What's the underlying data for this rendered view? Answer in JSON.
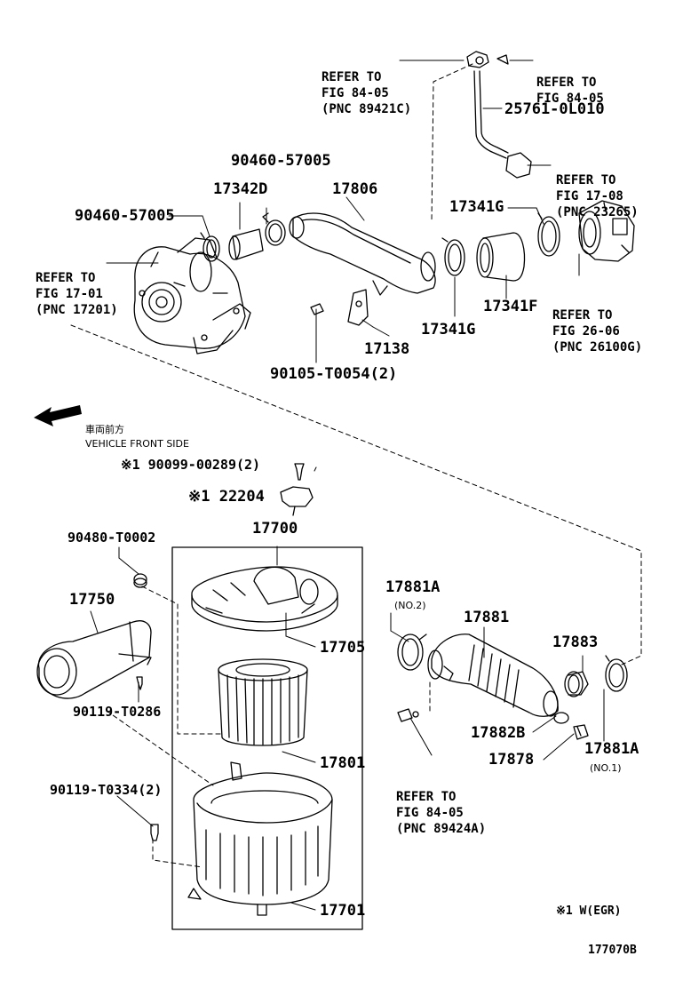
{
  "parts": {
    "p_90460_a": "90460-57005",
    "p_90460_b": "90460-57005",
    "p_17342d": "17342D",
    "p_17806": "17806",
    "p_25761": "25761-0L010",
    "p_17341g_top": "17341G",
    "p_17341g_bot": "17341G",
    "p_17341f": "17341F",
    "p_17138": "17138",
    "p_90105": "90105-T0054(2)",
    "p_90099": "※1 90099-00289(2)",
    "p_22204": "※1 22204",
    "p_17700": "17700",
    "p_90480": "90480-T0002",
    "p_17750": "17750",
    "p_90119_a": "90119-T0286",
    "p_90119_b": "90119-T0334(2)",
    "p_17705": "17705",
    "p_17801": "17801",
    "p_17701": "17701",
    "p_17881a_top": "17881A",
    "p_17881a_top_no": "(NO.2)",
    "p_17881": "17881",
    "p_17883": "17883",
    "p_17882b": "17882B",
    "p_17878": "17878",
    "p_17881a_bot": "17881A",
    "p_17881a_bot_no": "(NO.1)"
  },
  "refs": {
    "r1": [
      "REFER TO",
      "FIG 84-05",
      "(PNC 89421C)"
    ],
    "r2": [
      "REFER TO",
      "FIG 84-05"
    ],
    "r3": [
      "REFER TO",
      "FIG 17-08",
      "(PNC 23265)"
    ],
    "r4": [
      "REFER TO",
      "FIG 17-01",
      "(PNC 17201)"
    ],
    "r5": [
      "REFER TO",
      "FIG 26-06",
      "(PNC 26100G)"
    ],
    "r6": [
      "REFER TO",
      "FIG 84-05",
      "(PNC 89424A)"
    ]
  },
  "direction": {
    "jp": "車両前方",
    "en": "VEHICLE FRONT SIDE"
  },
  "footnote": "※1 W(EGR)",
  "figure_id": "177070B"
}
